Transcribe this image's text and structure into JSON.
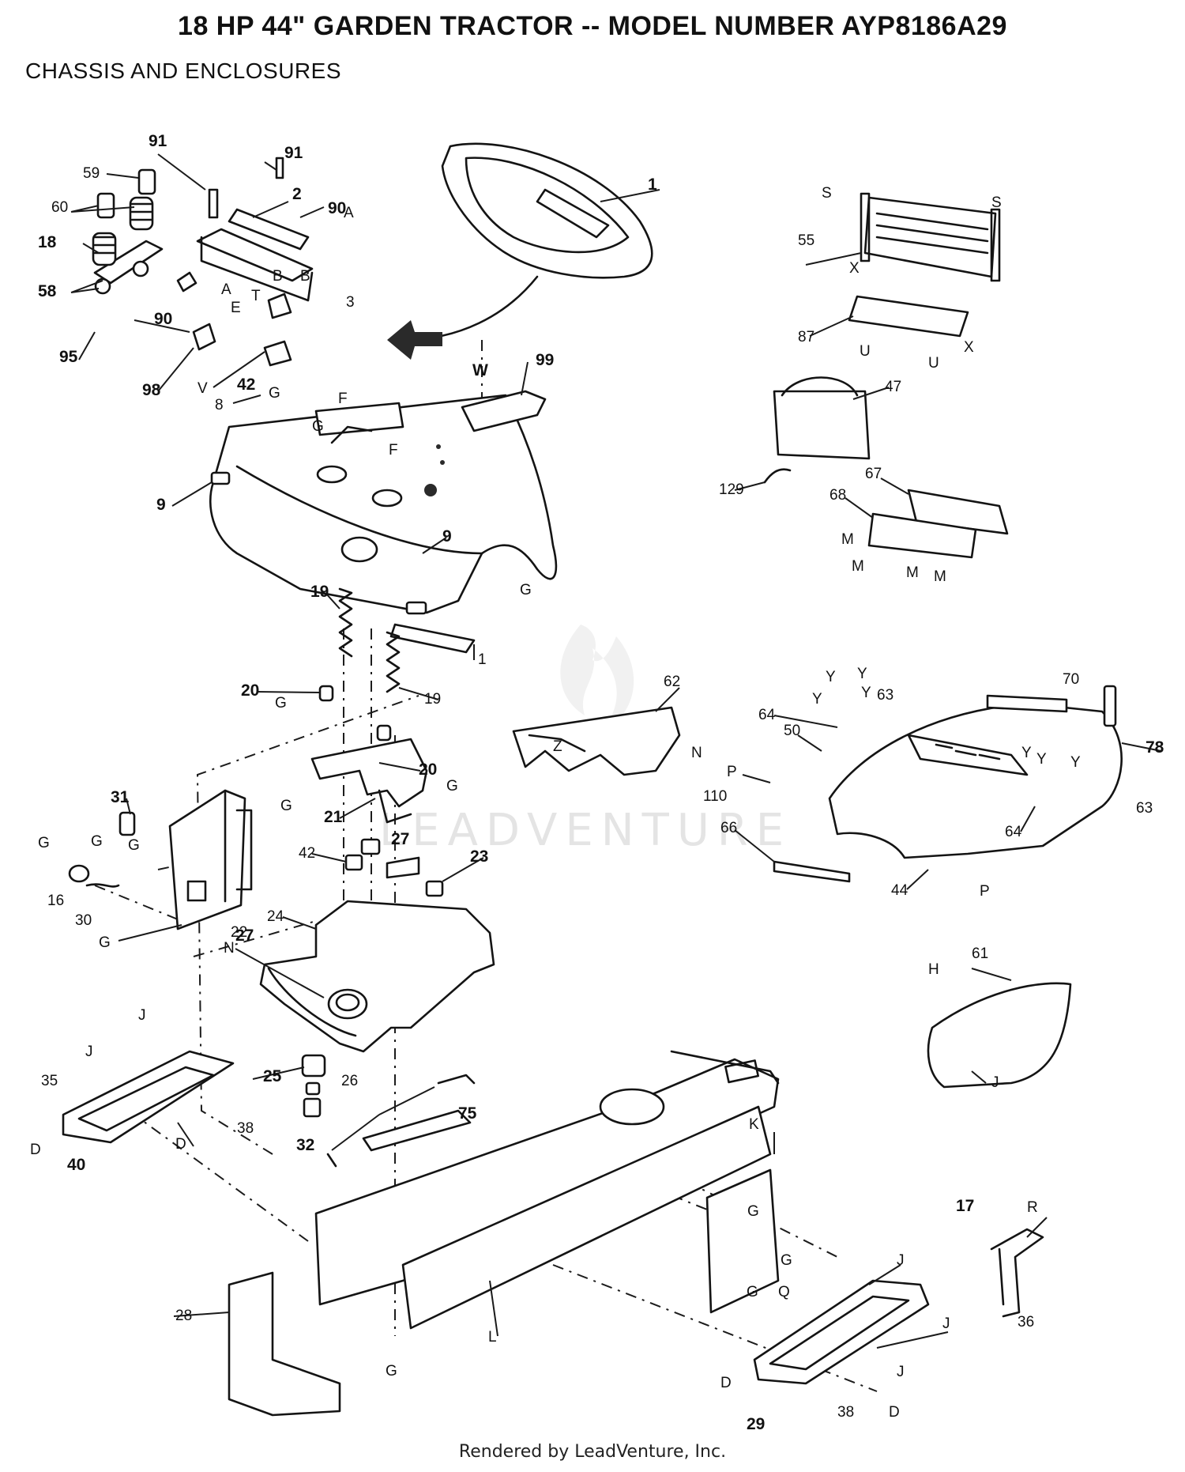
{
  "header": {
    "title": "18 HP 44\" GARDEN TRACTOR -- MODEL NUMBER AYP8186A29",
    "subtitle": "CHASSIS AND ENCLOSURES"
  },
  "watermark": "LEADVENTURE",
  "footer": "Rendered by LeadVenture, Inc.",
  "callouts": [
    {
      "text": "91",
      "bold": true
    },
    {
      "text": "91",
      "bold": true
    },
    {
      "text": "59"
    },
    {
      "text": "2",
      "bold": true
    },
    {
      "text": "90",
      "bold": true
    },
    {
      "text": "60"
    },
    {
      "text": "A"
    },
    {
      "text": "18",
      "bold": true
    },
    {
      "text": "B"
    },
    {
      "text": "B"
    },
    {
      "text": "A"
    },
    {
      "text": "E"
    },
    {
      "text": "T"
    },
    {
      "text": "58",
      "bold": true
    },
    {
      "text": "3"
    },
    {
      "text": "90",
      "bold": true
    },
    {
      "text": "95",
      "bold": true
    },
    {
      "text": "98",
      "bold": true
    },
    {
      "text": "V"
    },
    {
      "text": "42",
      "bold": true
    },
    {
      "text": "1",
      "bold": true
    },
    {
      "text": "S"
    },
    {
      "text": "S"
    },
    {
      "text": "55"
    },
    {
      "text": "X"
    },
    {
      "text": "87"
    },
    {
      "text": "U"
    },
    {
      "text": "U"
    },
    {
      "text": "X"
    },
    {
      "text": "47"
    },
    {
      "text": "129"
    },
    {
      "text": "67"
    },
    {
      "text": "68"
    },
    {
      "text": "M"
    },
    {
      "text": "M"
    },
    {
      "text": "M"
    },
    {
      "text": "M"
    },
    {
      "text": "W",
      "bold": true
    },
    {
      "text": "99",
      "bold": true
    },
    {
      "text": "G"
    },
    {
      "text": "8"
    },
    {
      "text": "F"
    },
    {
      "text": "G"
    },
    {
      "text": "F"
    },
    {
      "text": "9",
      "bold": true
    },
    {
      "text": "9",
      "bold": true
    },
    {
      "text": "G"
    },
    {
      "text": "19",
      "bold": true
    },
    {
      "text": "1"
    },
    {
      "text": "19"
    },
    {
      "text": "20",
      "bold": true
    },
    {
      "text": "20",
      "bold": true
    },
    {
      "text": "G"
    },
    {
      "text": "G"
    },
    {
      "text": "21",
      "bold": true
    },
    {
      "text": "62"
    },
    {
      "text": "Z"
    },
    {
      "text": "N"
    },
    {
      "text": "Y"
    },
    {
      "text": "Y"
    },
    {
      "text": "Y"
    },
    {
      "text": "Y"
    },
    {
      "text": "63"
    },
    {
      "text": "70"
    },
    {
      "text": "64"
    },
    {
      "text": "50"
    },
    {
      "text": "78",
      "bold": true
    },
    {
      "text": "P"
    },
    {
      "text": "110"
    },
    {
      "text": "Y"
    },
    {
      "text": "Y"
    },
    {
      "text": "Y"
    },
    {
      "text": "63"
    },
    {
      "text": "64"
    },
    {
      "text": "66"
    },
    {
      "text": "44"
    },
    {
      "text": "P"
    },
    {
      "text": "31",
      "bold": true
    },
    {
      "text": "G"
    },
    {
      "text": "G"
    },
    {
      "text": "G"
    },
    {
      "text": "G"
    },
    {
      "text": "22"
    },
    {
      "text": "16"
    },
    {
      "text": "30"
    },
    {
      "text": "G"
    },
    {
      "text": "27",
      "bold": true
    },
    {
      "text": "42"
    },
    {
      "text": "27",
      "bold": true
    },
    {
      "text": "23",
      "bold": true
    },
    {
      "text": "24"
    },
    {
      "text": "N"
    },
    {
      "text": "61"
    },
    {
      "text": "H"
    },
    {
      "text": "J"
    },
    {
      "text": "J"
    },
    {
      "text": "J"
    },
    {
      "text": "35"
    },
    {
      "text": "38"
    },
    {
      "text": "D"
    },
    {
      "text": "D"
    },
    {
      "text": "40",
      "bold": true
    },
    {
      "text": "25",
      "bold": true
    },
    {
      "text": "26"
    },
    {
      "text": "75",
      "bold": true
    },
    {
      "text": "32",
      "bold": true
    },
    {
      "text": "K"
    },
    {
      "text": "G"
    },
    {
      "text": "G"
    },
    {
      "text": "G"
    },
    {
      "text": "Q"
    },
    {
      "text": "17",
      "bold": true
    },
    {
      "text": "R"
    },
    {
      "text": "36"
    },
    {
      "text": "J"
    },
    {
      "text": "J"
    },
    {
      "text": "J"
    },
    {
      "text": "38"
    },
    {
      "text": "D"
    },
    {
      "text": "D"
    },
    {
      "text": "29",
      "bold": true
    },
    {
      "text": "28"
    },
    {
      "text": "L"
    },
    {
      "text": "G"
    }
  ]
}
